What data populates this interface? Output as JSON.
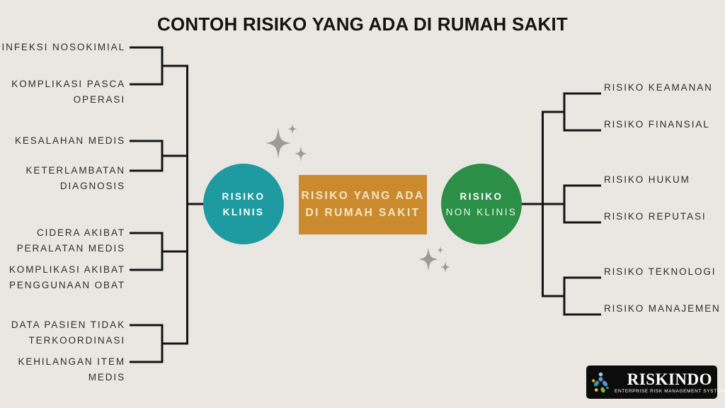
{
  "title": "CONTOH RISIKO YANG ADA DI RUMAH SAKIT",
  "center_box": {
    "line1": "RISIKO YANG ADA",
    "line2": "DI RUMAH SAKIT"
  },
  "clinical_node": {
    "line1": "RISIKO",
    "line2": "KLINIS"
  },
  "nonclinical_node": {
    "line1": "RISIKO",
    "line2": "NON KLINIS"
  },
  "left_items": [
    {
      "lines": [
        "INFEKSI NOSOKIMIAL"
      ]
    },
    {
      "lines": [
        "KOMPLIKASI PASCA",
        "OPERASI"
      ]
    },
    {
      "lines": [
        "KESALAHAN MEDIS"
      ]
    },
    {
      "lines": [
        "KETERLAMBATAN",
        "DIAGNOSIS"
      ]
    },
    {
      "lines": [
        "CIDERA AKIBAT",
        "PERALATAN MEDIS"
      ]
    },
    {
      "lines": [
        "KOMPLIKASI AKIBAT",
        "PENGGUNAAN OBAT"
      ]
    },
    {
      "lines": [
        "DATA PASIEN TIDAK",
        "TERKOORDINASI"
      ]
    },
    {
      "lines": [
        "KEHILANGAN ITEM",
        "MEDIS"
      ]
    }
  ],
  "right_items": [
    {
      "label": "RISIKO KEAMANAN"
    },
    {
      "label": "RISIKO FINANSIAL"
    },
    {
      "label": "RISIKO HUKUM"
    },
    {
      "label": "RISIKO REPUTASI"
    },
    {
      "label": "RISIKO TEKNOLOGI"
    },
    {
      "label": "RISIKO MANAJEMEN"
    }
  ],
  "logo": {
    "name": "RISKINDO",
    "tagline": "ENTERPRISE RISK MANAGEMENT SYSTEM"
  },
  "colors": {
    "background": "#EAE7E2",
    "clinical_teal": "#1E9AA1",
    "nonclinical_green": "#2B8F48",
    "center_orange": "#CC8A2F",
    "center_text": "#F4E6C4",
    "connector_black": "#141414",
    "sparkle_gray": "#9C9B97",
    "logo_bg": "#0C0C0C"
  }
}
